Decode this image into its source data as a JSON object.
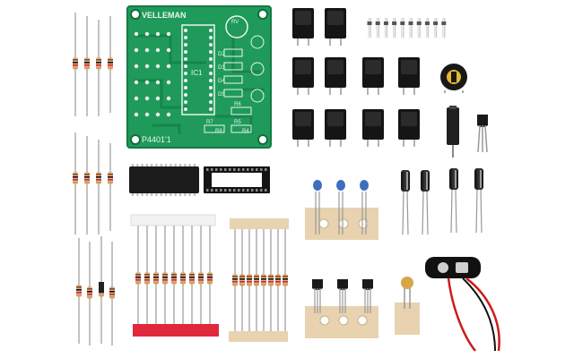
{
  "photo": {
    "subject": "electronic kit components",
    "pcb": {
      "brand": "VELLEMAN",
      "part_number": "P4401'1",
      "ic_label": "IC1",
      "silkscreen_labels": [
        "RV",
        "R7",
        "R6",
        "R5",
        "R4",
        "R8",
        "D2",
        "D3",
        "D4",
        "D5"
      ]
    }
  },
  "colors": {
    "pcb_green": "#1f9a5a",
    "pcb_dark": "#157a45",
    "ic_black": "#1b1b1b",
    "tape_paper": "#e8d2b0",
    "red_tape": "#e0283c",
    "cap_blue": "#3b6fc0",
    "cap_tan": "#d9a54a",
    "wire_red": "#cc1b1b"
  }
}
